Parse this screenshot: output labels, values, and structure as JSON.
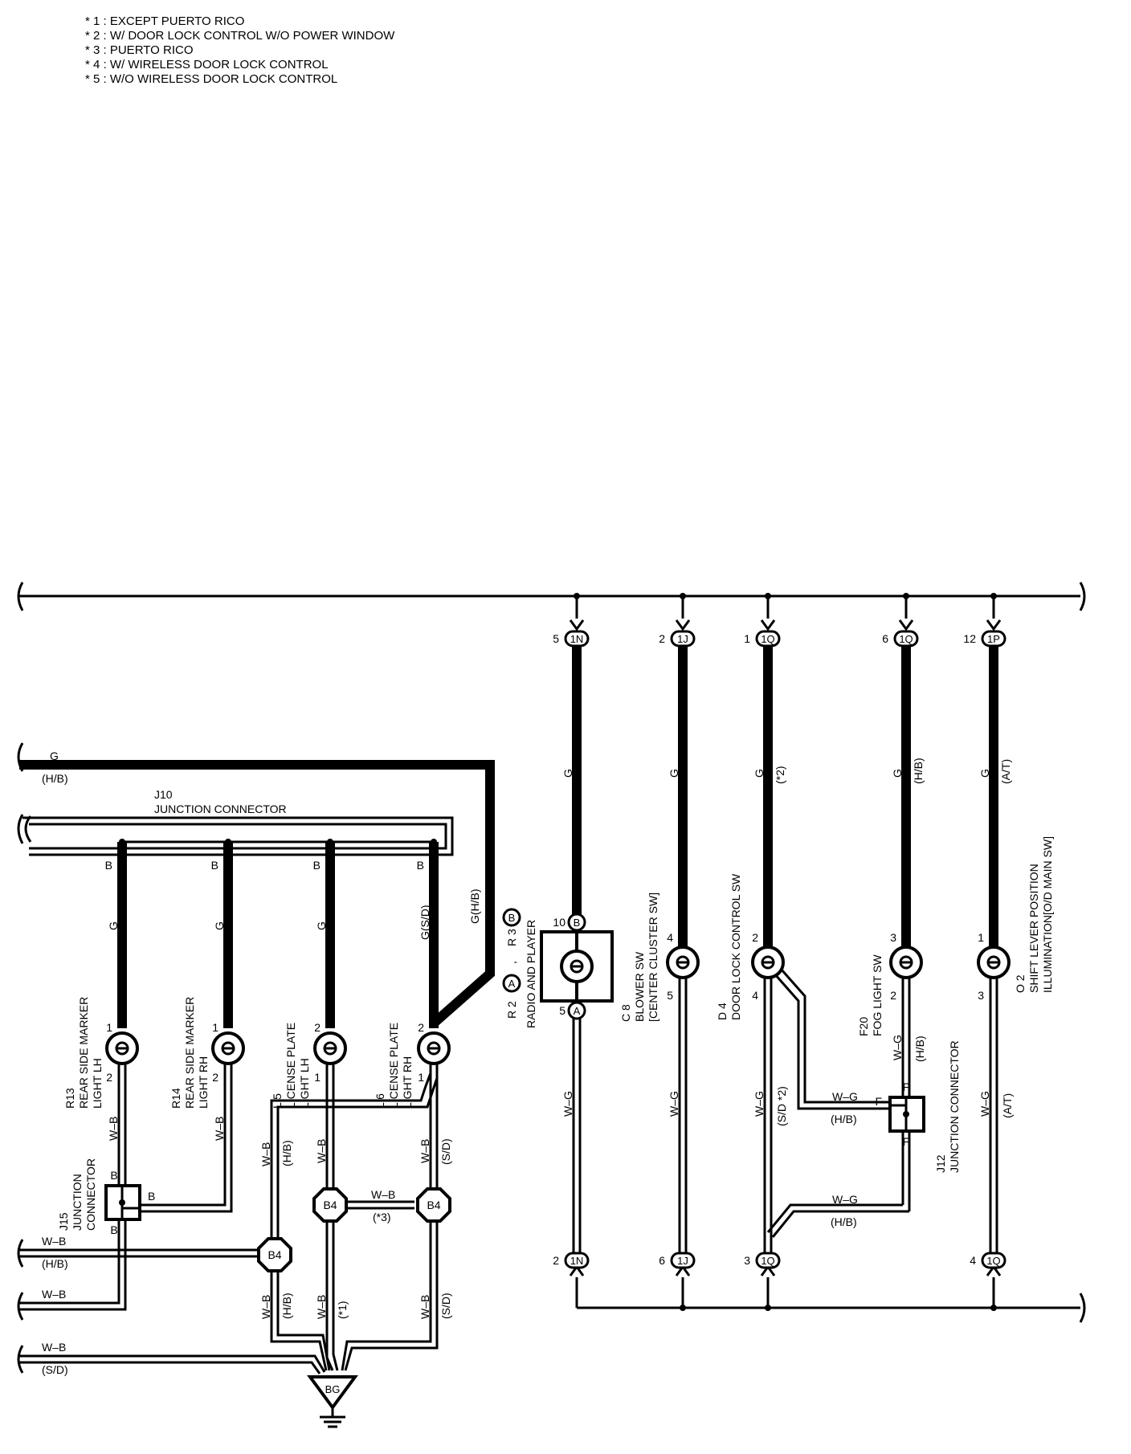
{
  "notes": [
    "* 1 : EXCEPT PUERTO RICO",
    "* 2 : W/ DOOR LOCK CONTROL W/O POWER WINDOW",
    "* 3 : PUERTO RICO",
    "* 4 : W/ WIRELESS DOOR LOCK CONTROL",
    "* 5 : W/O WIRELESS DOOR LOCK CONTROL"
  ],
  "left": {
    "top_wire": {
      "color": "G",
      "option": "(H/B)"
    },
    "junction": {
      "id": "J10",
      "name": "JUNCTION CONNECTOR",
      "pin": "B"
    },
    "branch_colors": [
      "G",
      "G",
      "G",
      "G(S/D)"
    ],
    "hb_wire": "G(H/B)",
    "radio": {
      "id1": "R 2",
      "pin1": "A",
      "sep": ",",
      "id2": "R 3",
      "pin2": "B",
      "name": "RADIO AND PLAYER"
    },
    "lamps": [
      {
        "id": "R13",
        "line1": "REAR SIDE MARKER",
        "line2": "LIGHT LH",
        "pin_top": "1",
        "pin_bottom": "2",
        "wire": "W–B"
      },
      {
        "id": "R14",
        "line1": "REAR SIDE MARKER",
        "line2": "LIGHT RH",
        "pin_top": "1",
        "pin_bottom": "2",
        "wire": "W–B"
      },
      {
        "id": "L 5",
        "line1": "LICENSE PLATE",
        "line2": "LIGHT LH",
        "pin_top": "2",
        "pin_bottom": "1",
        "wire": "W–B"
      },
      {
        "id": "L 6",
        "line1": "LICENSE PLATE",
        "line2": "LIGHT RH",
        "pin_top": "2",
        "pin_bottom": "1",
        "wire": "W–B"
      }
    ],
    "hb_label": "(H/B)",
    "sd_label": "(S/D)",
    "star1": "(*1)",
    "star3": "(*3)",
    "j15": {
      "id": "J15",
      "line1": "JUNCTION",
      "line2": "CONNECTOR",
      "pin": "B"
    },
    "b4": "B4",
    "wb": "W–B",
    "ground_wires": [
      {
        "color": "W–B",
        "option": "(H/B)"
      },
      {
        "color": "W–B",
        "option": ""
      },
      {
        "color": "W–B",
        "option": "(S/D)"
      }
    ],
    "ground": "BG"
  },
  "right": {
    "top_pins": [
      {
        "pin": "5",
        "conn": "1N"
      },
      {
        "pin": "2",
        "conn": "1J"
      },
      {
        "pin": "1",
        "conn": "1Q"
      },
      {
        "pin": "6",
        "conn": "1Q"
      },
      {
        "pin": "12",
        "conn": "1P"
      }
    ],
    "top_colors": [
      {
        "color": "G",
        "option": ""
      },
      {
        "color": "G",
        "option": ""
      },
      {
        "color": "G",
        "option": "(*2)"
      },
      {
        "color": "G",
        "option": "(H/B)"
      },
      {
        "color": "G",
        "option": "(A/T)"
      }
    ],
    "c8": {
      "id": "C 8",
      "line1": "BLOWER SW",
      "line2": "[CENTER CLUSTER SW]",
      "pin_top": "10",
      "conn_top": "B",
      "pin_bottom": "5",
      "conn_bottom": "A"
    },
    "d4": {
      "id": "D 4",
      "line1": "DOOR LOCK CONTROL SW",
      "pin_top": "2",
      "pin_bottom": "4",
      "pin_top2": "4",
      "pin_bottom2": "5"
    },
    "f20": {
      "id": "F20",
      "line1": "FOG LIGHT SW",
      "pin_top": "3",
      "pin_bottom": "2"
    },
    "o2": {
      "id": "O 2",
      "line1": "SHIFT LEVER POSITION",
      "line2": "ILLUMINATION[O/D MAIN SW]",
      "pin_top": "1",
      "pin_bottom": "3"
    },
    "bottom_colors": [
      {
        "color": "W–G",
        "option": ""
      },
      {
        "color": "W–G",
        "option": ""
      },
      {
        "color": "W–G",
        "option": "(S/D *2)"
      },
      {
        "color": "W–G",
        "option": "(H/B)"
      },
      {
        "color": "W–G",
        "option": "(A/T)"
      }
    ],
    "j12": {
      "id": "J12",
      "name": "JUNCTION CONNECTOR",
      "pin": "F"
    },
    "wg": "W–G",
    "hb": "(H/B)",
    "bottom_pins": [
      {
        "pin": "2",
        "conn": "1N"
      },
      {
        "pin": "6",
        "conn": "1J"
      },
      {
        "pin": "3",
        "conn": "1Q"
      },
      {
        "pin": "4",
        "conn": "1Q"
      }
    ]
  }
}
